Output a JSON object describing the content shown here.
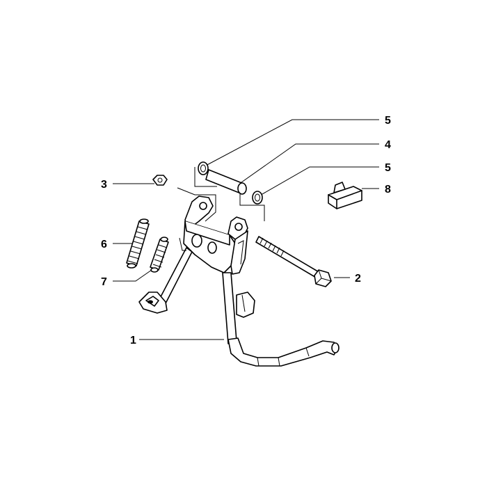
{
  "callouts": [
    {
      "id": "c1",
      "label": "1"
    },
    {
      "id": "c2",
      "label": "2"
    },
    {
      "id": "c3",
      "label": "3"
    },
    {
      "id": "c4",
      "label": "4"
    },
    {
      "id": "c5a",
      "label": "5"
    },
    {
      "id": "c5b",
      "label": "5"
    },
    {
      "id": "c6",
      "label": "6"
    },
    {
      "id": "c7",
      "label": "7"
    },
    {
      "id": "c8",
      "label": "8"
    }
  ]
}
